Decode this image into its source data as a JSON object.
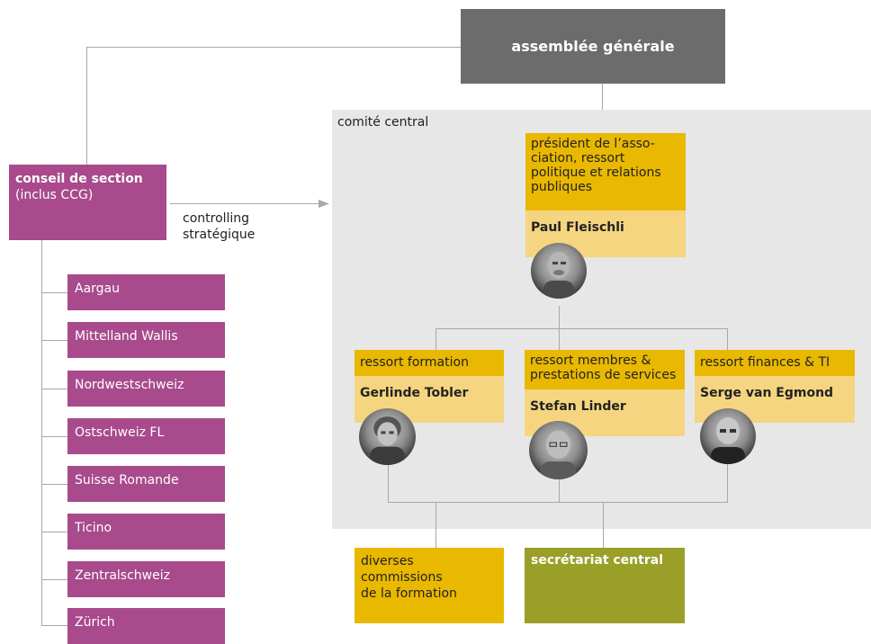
{
  "assembly": "assemblée générale",
  "committee_label": "comité central",
  "council": {
    "title": "conseil de section",
    "subtitle": "(inclus CCG)"
  },
  "controlling": {
    "line1": "controlling",
    "line2": "stratégique"
  },
  "sections": [
    "Aargau",
    "Mittelland Wallis",
    "Nordwestschweiz",
    "Ostschweiz FL",
    "Suisse Romande",
    "Ticino",
    "Zentralschweiz",
    "Zürich"
  ],
  "president": {
    "role_lines": [
      "président de l’asso-",
      "ciation, ressort",
      "politique et relations",
      "publiques"
    ],
    "name": "Paul Fleischli"
  },
  "ressorts": [
    {
      "role_lines": [
        "ressort formation"
      ],
      "name": "Gerlinde Tobler"
    },
    {
      "role_lines": [
        "ressort membres &",
        "prestations de services"
      ],
      "name": "Stefan Linder"
    },
    {
      "role_lines": [
        "ressort finances & TI"
      ],
      "name": "Serge van Egmond"
    }
  ],
  "bottom": {
    "commissions": [
      "diverses commissions",
      "de la formation"
    ],
    "secretariat": "secrétariat central"
  },
  "colors": {
    "assembly": "#6c6c6c",
    "pink": "#a84a8c",
    "gold": "#e9b800",
    "gold_light": "#f5d57f",
    "olive": "#9a9f28",
    "panel": "#e7e7e7",
    "connector": "#a8a8a8"
  }
}
